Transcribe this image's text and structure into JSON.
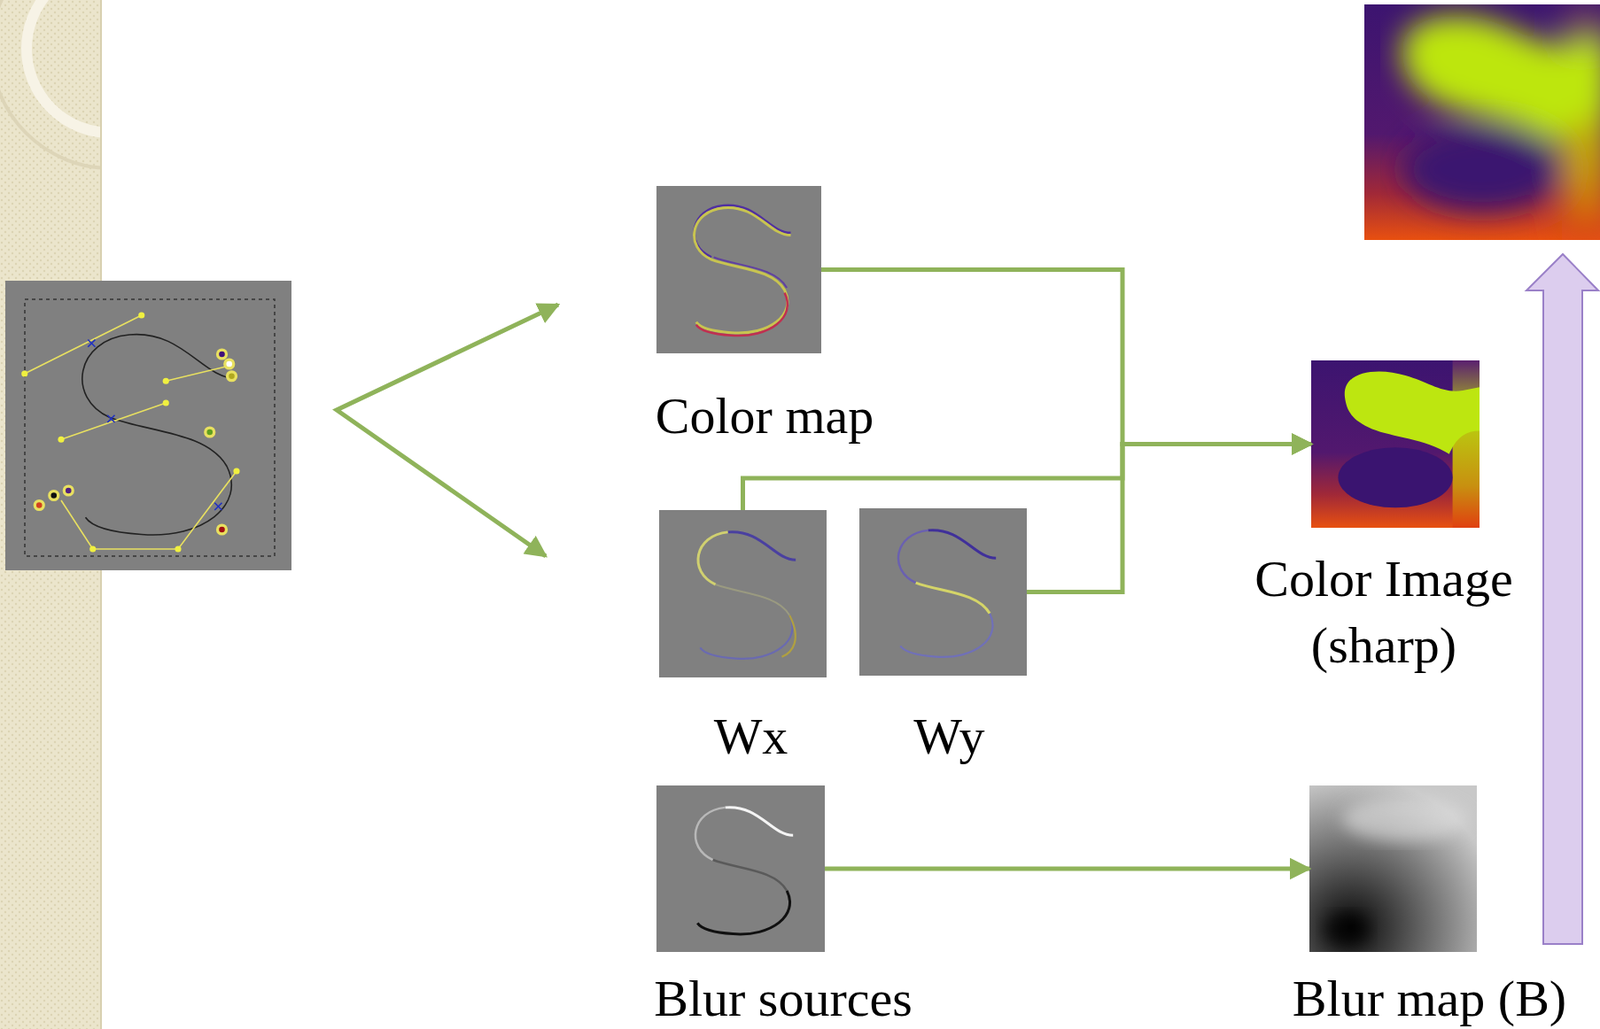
{
  "diagram": {
    "nodes": [
      {
        "text": [
          "Color map"
        ]
      },
      {
        "text": [
          "Wx"
        ]
      },
      {
        "text": [
          "Wy"
        ]
      },
      {
        "text": [
          "Blur  sources"
        ]
      },
      {
        "text": [
          "Color Image (sharp)"
        ]
      },
      {
        "text": [
          "Blur map (B)"
        ]
      }
    ],
    "edges": [
      {
        "from": 0,
        "to": 4,
        "arrow": "to"
      },
      {
        "from": 1,
        "to": 4,
        "arrow": "to"
      },
      {
        "from": 2,
        "to": 4,
        "arrow": "to"
      },
      {
        "from": 3,
        "to": 5,
        "arrow": "to"
      }
    ]
  }
}
